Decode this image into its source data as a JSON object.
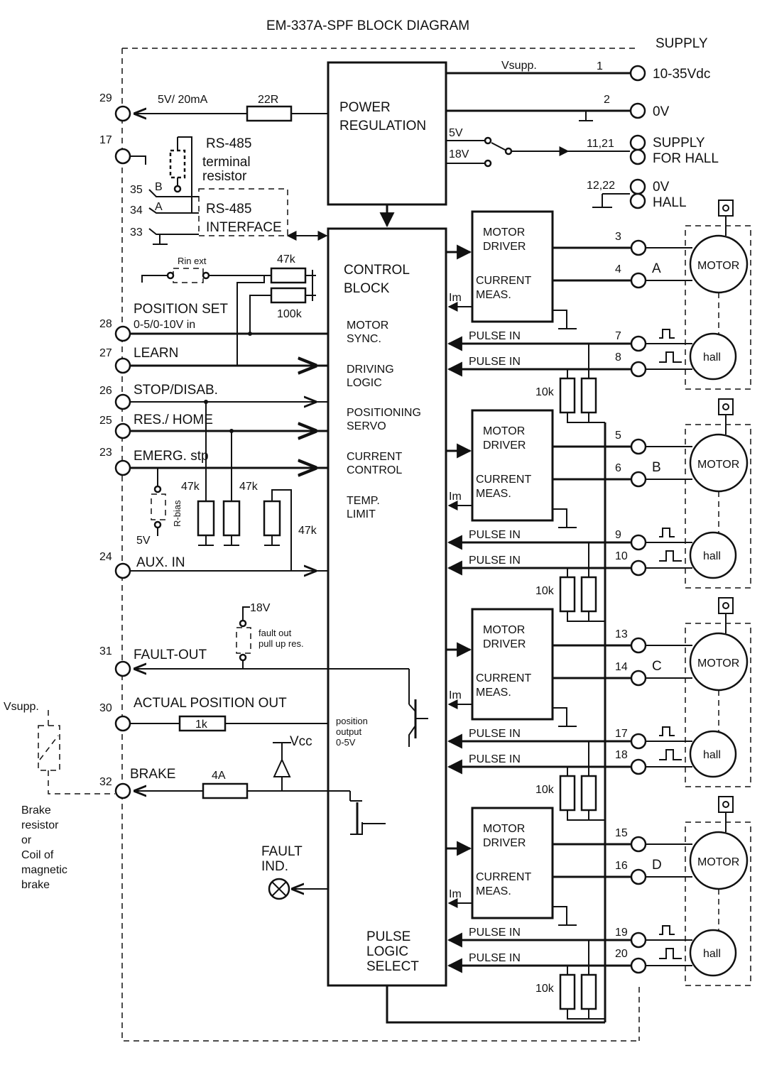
{
  "title": "EM-337A-SPF BLOCK DIAGRAM",
  "blocks": {
    "power_regulation": [
      "POWER",
      "REGULATION"
    ],
    "control_block": [
      "CONTROL",
      "BLOCK"
    ],
    "rs485_interface": [
      "RS-485",
      "INTERFACE"
    ],
    "control_functions": [
      [
        "MOTOR",
        "SYNC."
      ],
      [
        "DRIVING",
        "LOGIC"
      ],
      [
        "POSITIONING",
        "SERVO"
      ],
      [
        "CURRENT",
        "CONTROL"
      ],
      [
        "TEMP.",
        "LIMIT"
      ]
    ],
    "pulse_logic_select": [
      "PULSE",
      "LOGIC",
      "SELECT"
    ],
    "position_output": [
      "position",
      "output",
      "0-5V"
    ]
  },
  "supply": {
    "header": "SUPPLY",
    "vsupp": "Vsupp.",
    "voltage": "10-35Vdc",
    "zero_v": "0V",
    "supply_for_hall": [
      "SUPPLY",
      "FOR HALL"
    ],
    "zero_v_hall": [
      "0V",
      "HALL"
    ],
    "terminal_1": "1",
    "terminal_2": "2",
    "terminal_11_21": "11,21",
    "terminal_12_22": "12,22",
    "switch_5v": "5V",
    "switch_18v": "18V"
  },
  "left_io": {
    "t29": "29",
    "out_5v": "5V/ 20mA",
    "r22": "22R",
    "t17": "17",
    "rs485_label": "RS-485",
    "terminal_resistor": [
      "terminal",
      "resistor"
    ],
    "t35": "35",
    "t34": "34",
    "t33": "33",
    "pin_b": "B",
    "pin_a": "A",
    "rin_ext": "Rin ext",
    "r47k": "47k",
    "r100k": "100k",
    "t28": "28",
    "position_set": "POSITION SET",
    "position_set_range": "0-5/0-10V in",
    "t27": "27",
    "learn": "LEARN",
    "t26": "26",
    "stop": "STOP/DISAB.",
    "t25": "25",
    "res_home": "RES./ HOME",
    "t23": "23",
    "emerg": "EMERG. stp",
    "r47k_a": "47k",
    "r47k_b": "47k",
    "r47k_c": "47k",
    "r_bias": "R-bias",
    "five_v": "5V",
    "t24": "24",
    "aux_in": "AUX. IN",
    "eighteen_v": "18V",
    "fault_pullup": [
      "fault out",
      "pull up res."
    ],
    "t31": "31",
    "fault_out": "FAULT-OUT",
    "t30": "30",
    "actual_position": "ACTUAL POSITION OUT",
    "r1k": "1k",
    "vcc": "Vcc",
    "t32": "32",
    "brake": "BRAKE",
    "fuse_4a": "4A",
    "vsupp_brake": "Vsupp.",
    "brake_note": [
      "Brake",
      "resistor",
      " or",
      "Coil of",
      "magnetic",
      "brake"
    ],
    "fault_ind": [
      "FAULT",
      "IND."
    ]
  },
  "channels": [
    {
      "letter": "A",
      "t_motor1": "3",
      "t_motor2": "4",
      "t_hall1": "7",
      "t_hall2": "8"
    },
    {
      "letter": "B",
      "t_motor1": "5",
      "t_motor2": "6",
      "t_hall1": "9",
      "t_hall2": "10"
    },
    {
      "letter": "C",
      "t_motor1": "13",
      "t_motor2": "14",
      "t_hall1": "17",
      "t_hall2": "18"
    },
    {
      "letter": "D",
      "t_motor1": "15",
      "t_motor2": "16",
      "t_hall1": "19",
      "t_hall2": "20"
    }
  ],
  "channel_text": {
    "motor_driver": [
      "MOTOR",
      "DRIVER"
    ],
    "current_meas": [
      "CURRENT",
      "MEAS."
    ],
    "im": "Im",
    "pulse_in": "PULSE IN",
    "pullup_10k": "10k",
    "motor": "MOTOR",
    "hall": "hall"
  }
}
